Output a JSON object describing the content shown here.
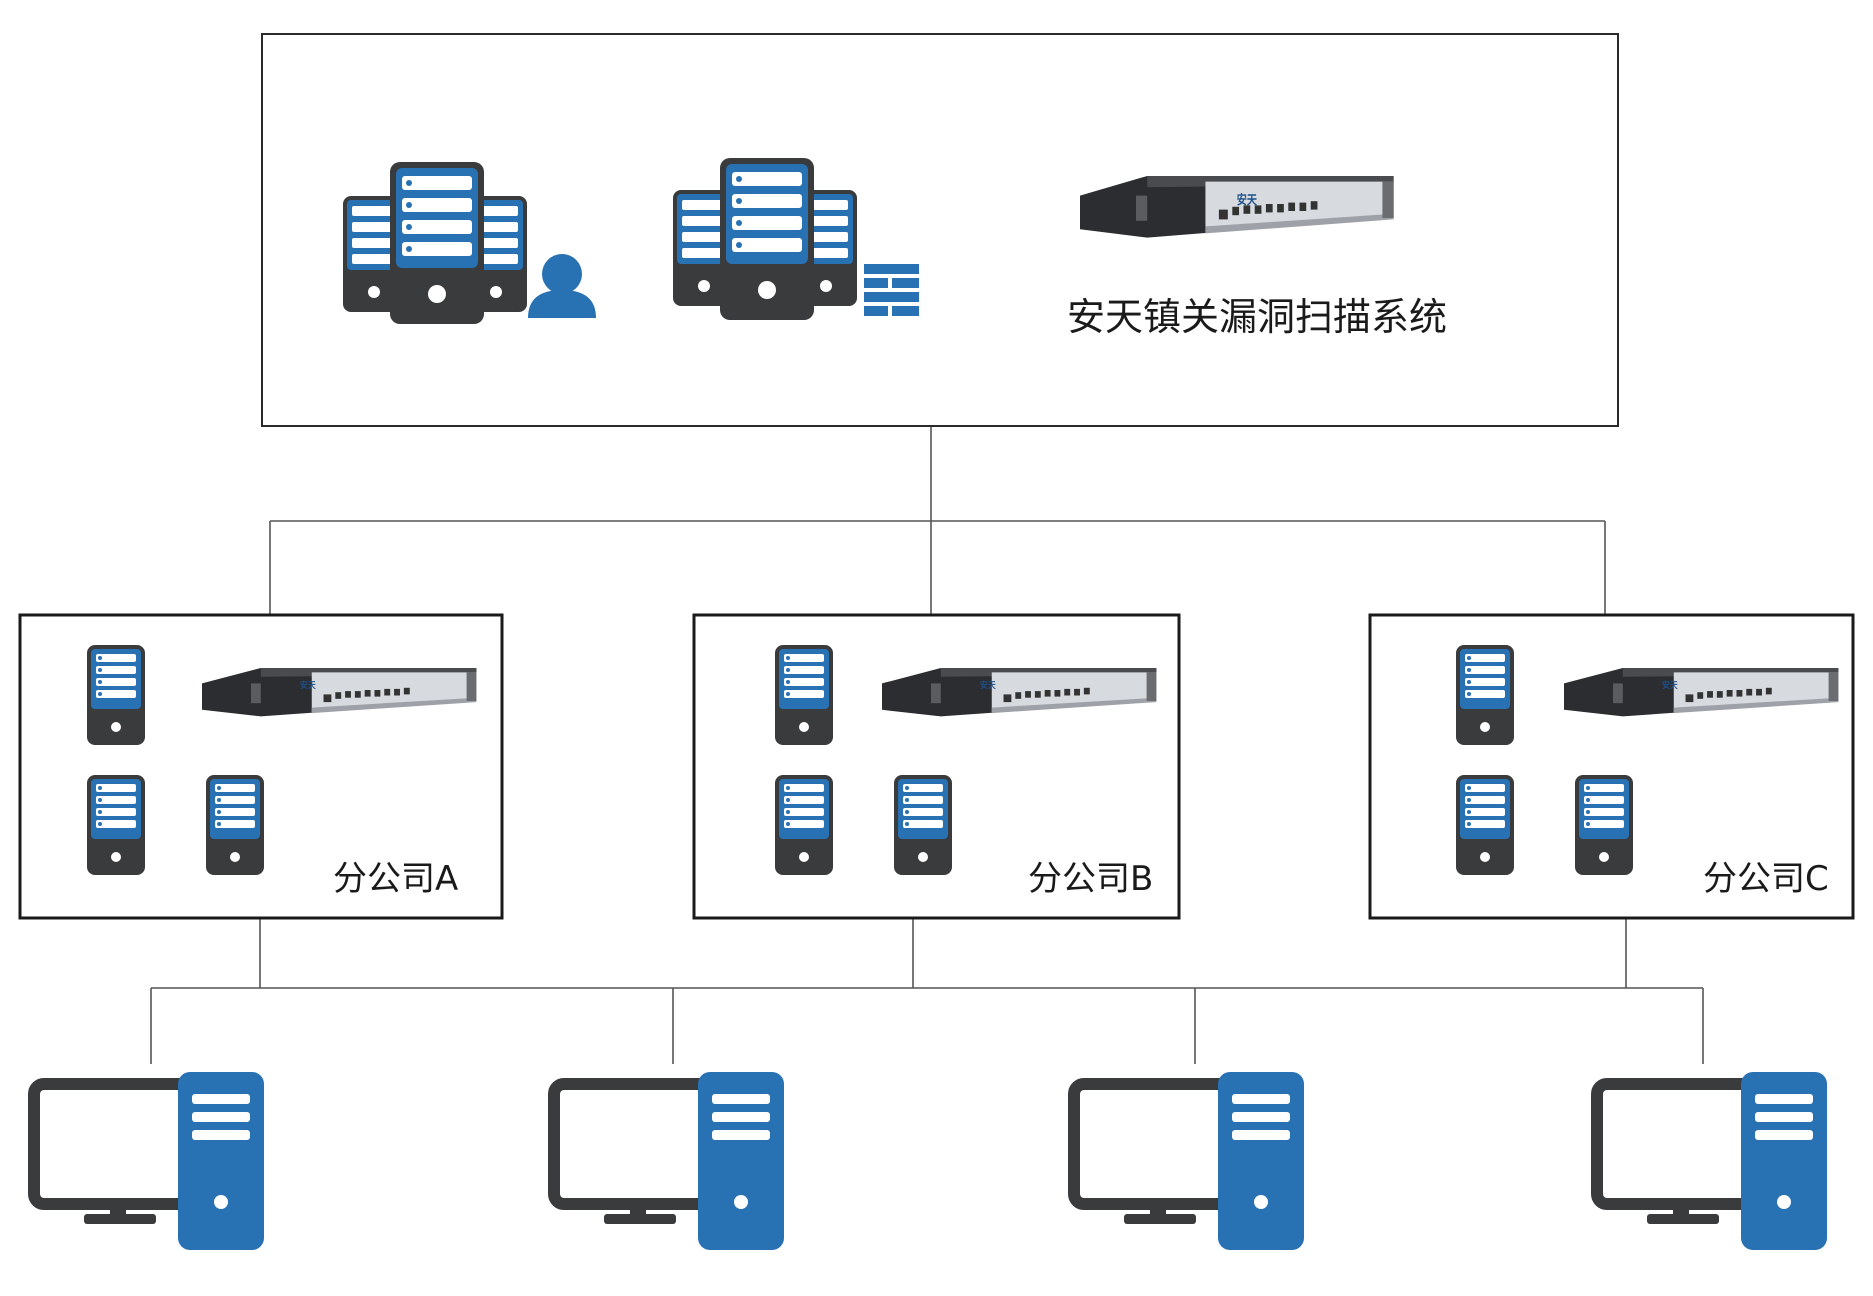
{
  "hq": {
    "system_label": "安天镇关漏洞扫描系统",
    "appliance_brand": "安天",
    "icons": [
      "server-cluster-user-icon",
      "server-cluster-firewall-icon",
      "scanner-appliance-icon"
    ]
  },
  "branches": [
    {
      "label": "分公司A"
    },
    {
      "label": "分公司B"
    },
    {
      "label": "分公司C"
    }
  ],
  "colors": {
    "server_blue": "#2871b3",
    "server_dark": "#3a3b3d",
    "line": "#555555",
    "appliance_silver": "#d7dade"
  },
  "workstations": {
    "count": 4,
    "icon": "desktop-computer-icon"
  }
}
